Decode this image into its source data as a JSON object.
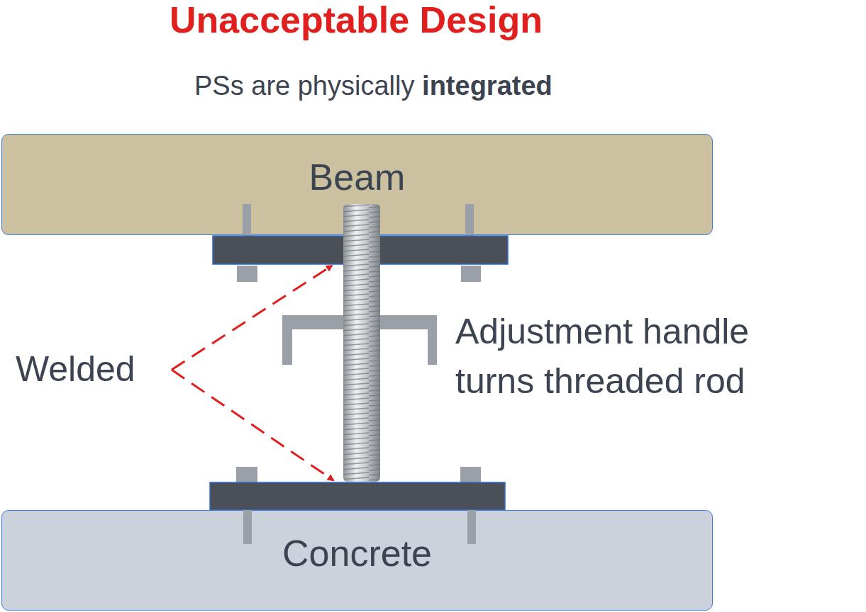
{
  "diagram": {
    "title": "Unacceptable Design",
    "nodes": [
      {
        "text": [
          "Beam"
        ]
      },
      {
        "text": [
          "Concrete"
        ]
      }
    ],
    "labels": [
      "PSs are physically",
      "integrated",
      "Welded",
      "Adjustment handle turns threaded rod"
    ]
  }
}
